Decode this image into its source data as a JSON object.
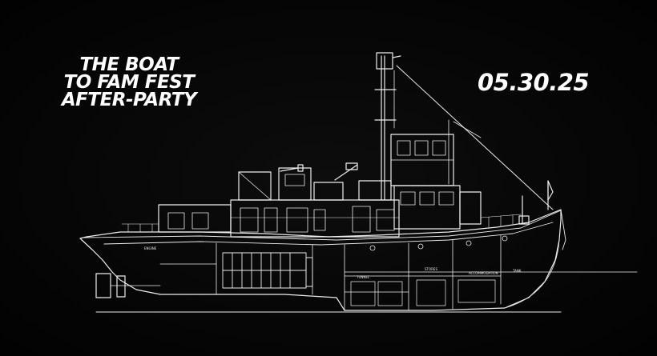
{
  "event": {
    "title_lines": [
      "THE BOAT",
      "TO FAM FEST",
      "AFTER-PARTY"
    ],
    "date": "05.30.25"
  },
  "colors": {
    "background": "#050505",
    "ink": "#ffffff"
  },
  "illustration": {
    "subject": "tugboat-blueprint-icon",
    "labels": [
      "ENGINE",
      "TUNNEL",
      "ACCOMMODATION",
      "TANK",
      "STORES"
    ]
  }
}
